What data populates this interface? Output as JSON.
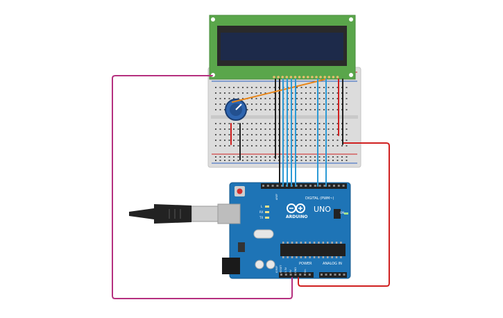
{
  "colors": {
    "lcd_board": "#5aa64b",
    "lcd_screen": "#1d2a4a",
    "breadboard": "#dcdcdc",
    "arduino": "#1e74b6",
    "wire_magenta": "#b5307f",
    "wire_red": "#d02020",
    "wire_blue": "#2b9ad6",
    "wire_black": "#222222",
    "wire_orange": "#e8861a"
  },
  "arduino": {
    "brand_label": "ARDUINO",
    "model_label": "UNO",
    "digital_header_label": "DIGITAL (PWM~)",
    "power_header_label": "POWER",
    "analog_header_label": "ANALOG IN",
    "on_label": "ON",
    "tx_label": "TX",
    "rx_label": "RX",
    "l_label": "L",
    "aref_label": "AREF",
    "ioref_label": "IOREF",
    "reset_label": "RESET",
    "v33_label": "3.3V",
    "v5_label": "5V",
    "gnd_label": "GND",
    "vin_label": "Vin"
  },
  "components": {
    "lcd": "lcd-16x2",
    "potentiometer": "potentiometer",
    "usb": "usb-cable"
  }
}
